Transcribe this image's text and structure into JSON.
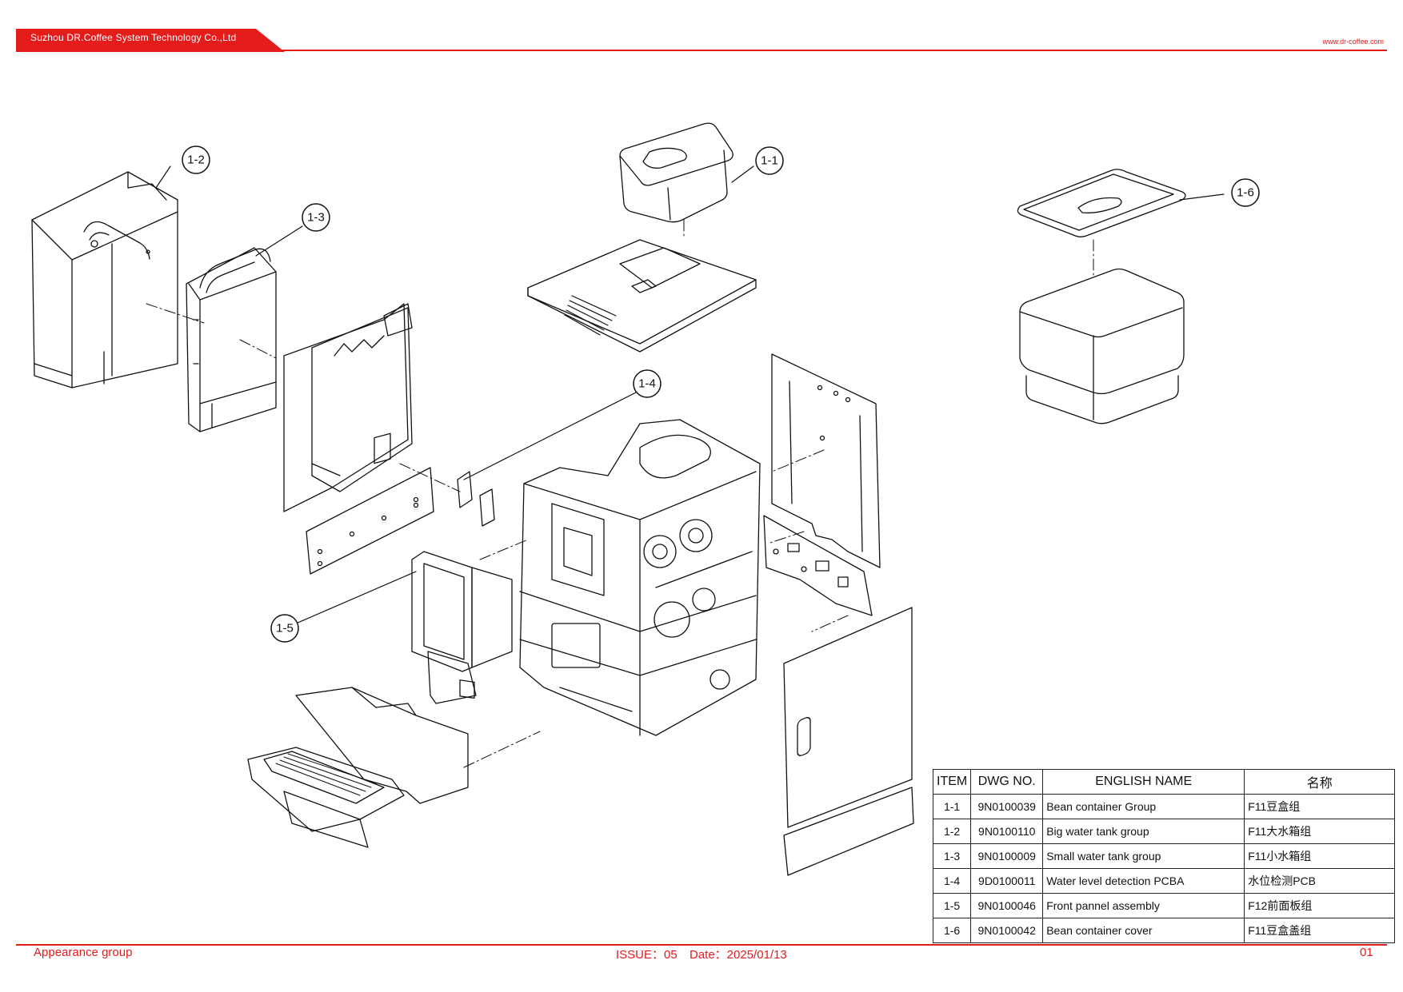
{
  "header": {
    "company": "Suzhou DR.Coffee System Technology Co.,Ltd",
    "website": "www.dr-coffee.com",
    "accent_color": "#e51c1c"
  },
  "callouts": {
    "c1_1": "1-1",
    "c1_2": "1-2",
    "c1_3": "1-3",
    "c1_4": "1-4",
    "c1_5": "1-5",
    "c1_6": "1-6"
  },
  "bom": {
    "headers": [
      "ITEM",
      "DWG NO.",
      "ENGLISH NAME",
      "名称"
    ],
    "rows": [
      {
        "item": "1-1",
        "dwg": "9N0100039",
        "name": "Bean container Group",
        "cn": "F11豆盒组"
      },
      {
        "item": "1-2",
        "dwg": "9N0100110",
        "name": "Big water tank group",
        "cn": "F11大水箱组"
      },
      {
        "item": "1-3",
        "dwg": "9N0100009",
        "name": "Small water tank group",
        "cn": "F11小水箱组"
      },
      {
        "item": "1-4",
        "dwg": "9D0100011",
        "name": "Water level detection PCBA",
        "cn": "水位检测PCB"
      },
      {
        "item": "1-5",
        "dwg": "9N0100046",
        "name": "Front pannel assembly",
        "cn": "F12前面板组"
      },
      {
        "item": "1-6",
        "dwg": "9N0100042",
        "name": "Bean container cover",
        "cn": "F11豆盒盖组"
      }
    ]
  },
  "footer": {
    "title": "Appearance group",
    "issue": "ISSUE：05",
    "date": "Date：2025/01/13",
    "page": "01"
  }
}
